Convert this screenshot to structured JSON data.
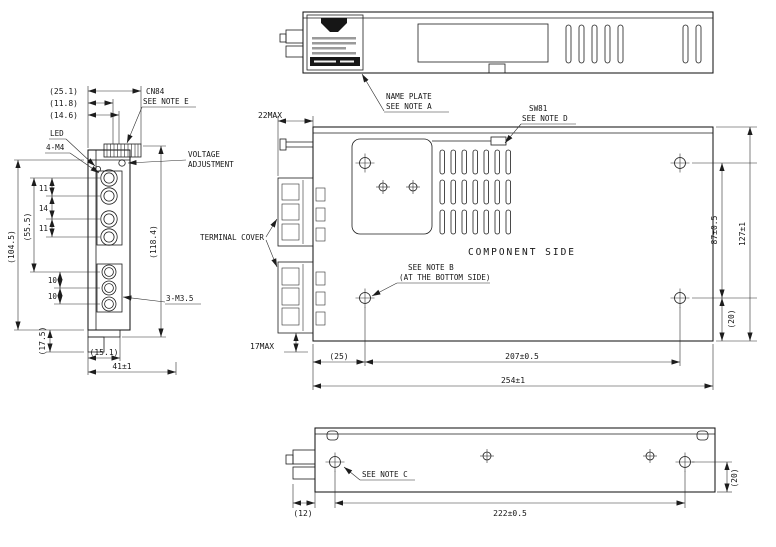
{
  "views": {
    "front": {
      "dims": {
        "d25_1": "(25.1)",
        "d11_8": "(11.8)",
        "d14_6": "(14.6)",
        "d104_5": "(104.5)",
        "d11a": "11",
        "d14": "14",
        "d11b": "11",
        "d55_5": "(55.5)",
        "d10a": "10",
        "d10b": "10",
        "d118_4": "(118.4)",
        "d17_5": "(17.5)",
        "d15_1": "(15.1)",
        "d41": "41±1"
      },
      "labels": {
        "cn84": "CN84",
        "note_e": "SEE NOTE E",
        "led": "LED",
        "m4": "4-M4",
        "vadj1": "VOLTAGE",
        "vadj2": "ADJUSTMENT",
        "m35": "3-M3.5"
      }
    },
    "top": {
      "labels": {
        "name_plate": "NAME PLATE",
        "note_a": "SEE NOTE A"
      }
    },
    "main": {
      "dims": {
        "d22max": "22MAX",
        "d17max": "17MAX",
        "d25": "(25)",
        "d207": "207±0.5",
        "d254": "254±1",
        "d87": "87±0.5",
        "d127": "127±1",
        "d20": "(20)"
      },
      "labels": {
        "sw81": "SW81",
        "note_d": "SEE NOTE D",
        "terminal_cover": "TERMINAL COVER",
        "component_side": "COMPONENT SIDE",
        "note_b1": "SEE NOTE B",
        "note_b2": "(AT THE BOTTOM SIDE)"
      }
    },
    "bottom": {
      "dims": {
        "d12": "(12)",
        "d222": "222±0.5",
        "d20": "(20)"
      },
      "labels": {
        "note_c": "SEE NOTE C"
      }
    }
  }
}
